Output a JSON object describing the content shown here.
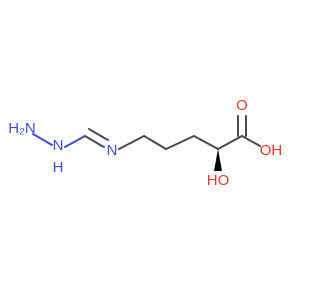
{
  "molecule": {
    "atoms": {
      "h2n": "H₂N",
      "nh": "N",
      "nh_h": "H",
      "n_imine": "N",
      "oh_acid": "OH",
      "o_carbonyl": "O",
      "ho_alpha": "HO"
    },
    "colors": {
      "carbon_bond": "#4a4a4a",
      "nitrogen": "#3c4fd6",
      "oxygen": "#e03a2f",
      "wedge": "#000000"
    }
  }
}
